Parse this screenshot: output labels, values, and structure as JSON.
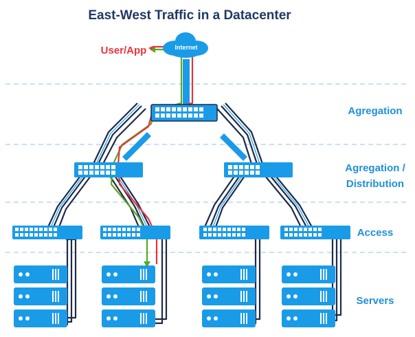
{
  "title": "East-West Traffic in a Datacenter",
  "user_app_label": "User/App",
  "internet_label": "Internet",
  "tiers": {
    "aggregation": "Agregation",
    "distribution_line1": "Agregation /",
    "distribution_line2": "Distribution",
    "access": "Access",
    "servers": "Servers"
  },
  "colors": {
    "title": "#1f3864",
    "label": "#1e90d6",
    "device": "#1a9be8",
    "port": "#ffffff",
    "cable": "#1c2a4a",
    "cable_inner": "#1a9be8",
    "green_path": "#5aaa1e",
    "red_path": "#e8333a",
    "dashed": "#a9cfe9",
    "cloud": "#1a9be8",
    "user_app": "#e8333a"
  }
}
